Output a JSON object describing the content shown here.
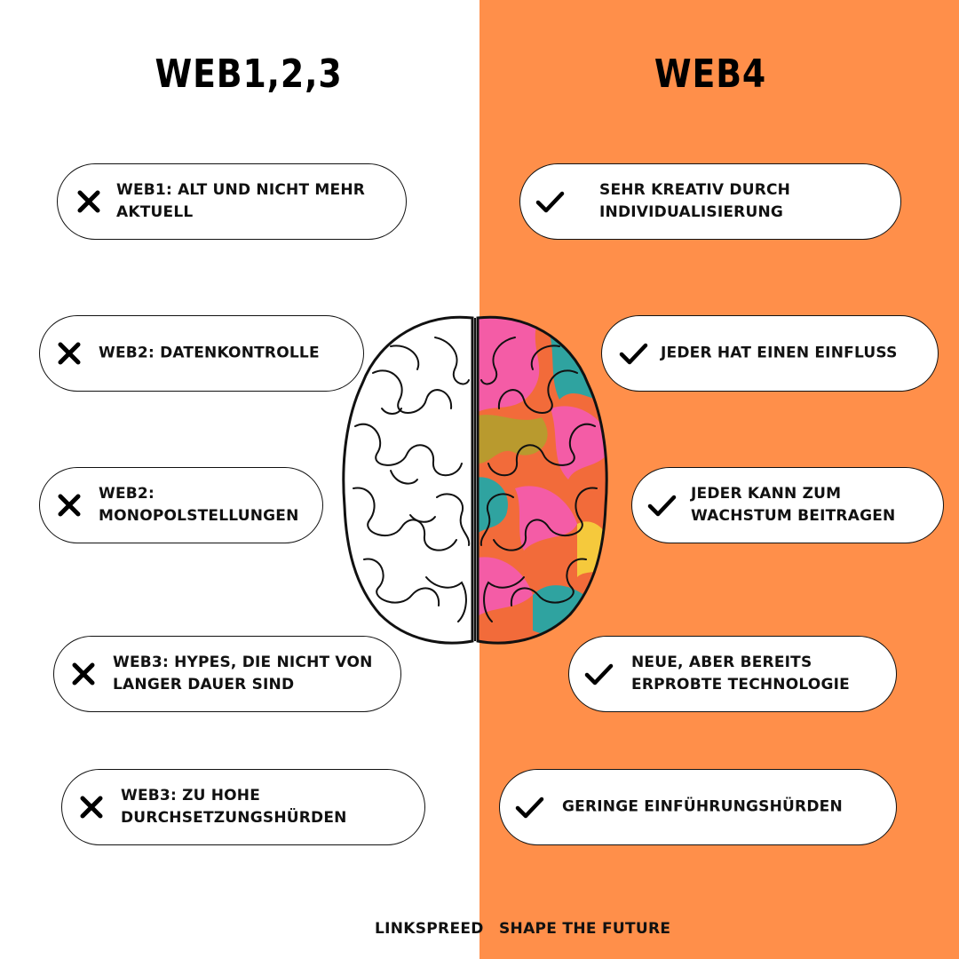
{
  "left": {
    "title": "WEB1,2,3",
    "items": [
      {
        "label": "WEB1: ALT UND NICHT MEHR AKTUELL"
      },
      {
        "label": "WEB2: DATENKONTROLLE"
      },
      {
        "label": "WEB2: MONOPOLSTELLUNGEN"
      },
      {
        "label": "WEB3: HYPES, DIE NICHT VON LANGER DAUER SIND"
      },
      {
        "label": "WEB3: ZU HOHE DURCHSETZUNGSHÜRDEN"
      }
    ],
    "icon": "x-mark-icon"
  },
  "right": {
    "title": "WEB4",
    "items": [
      {
        "label": "SEHR KREATIV DURCH INDIVIDUALISIERUNG"
      },
      {
        "label": "JEDER HAT EINEN EINFLUSS"
      },
      {
        "label": "JEDER KANN ZUM WACHSTUM BEITRAGEN"
      },
      {
        "label": "NEUE, ABER BEREITS ERPROBTE TECHNOLOGIE"
      },
      {
        "label": "GERINGE EINFÜHRUNGSHÜRDEN"
      }
    ],
    "icon": "checkmark-icon"
  },
  "footer": {
    "left": "LINKSPREED",
    "right": "SHAPE THE FUTURE"
  },
  "illustration": "brain-illustration",
  "colors": {
    "accent": "#ff8f4a",
    "background": "#ffffff",
    "pill_border": "#111111",
    "brain_pink": "#f45ca6",
    "brain_teal": "#2fa3a0",
    "brain_olive": "#b99a2e",
    "brain_orange": "#f26b3a",
    "brain_yellow": "#f5c93c"
  }
}
